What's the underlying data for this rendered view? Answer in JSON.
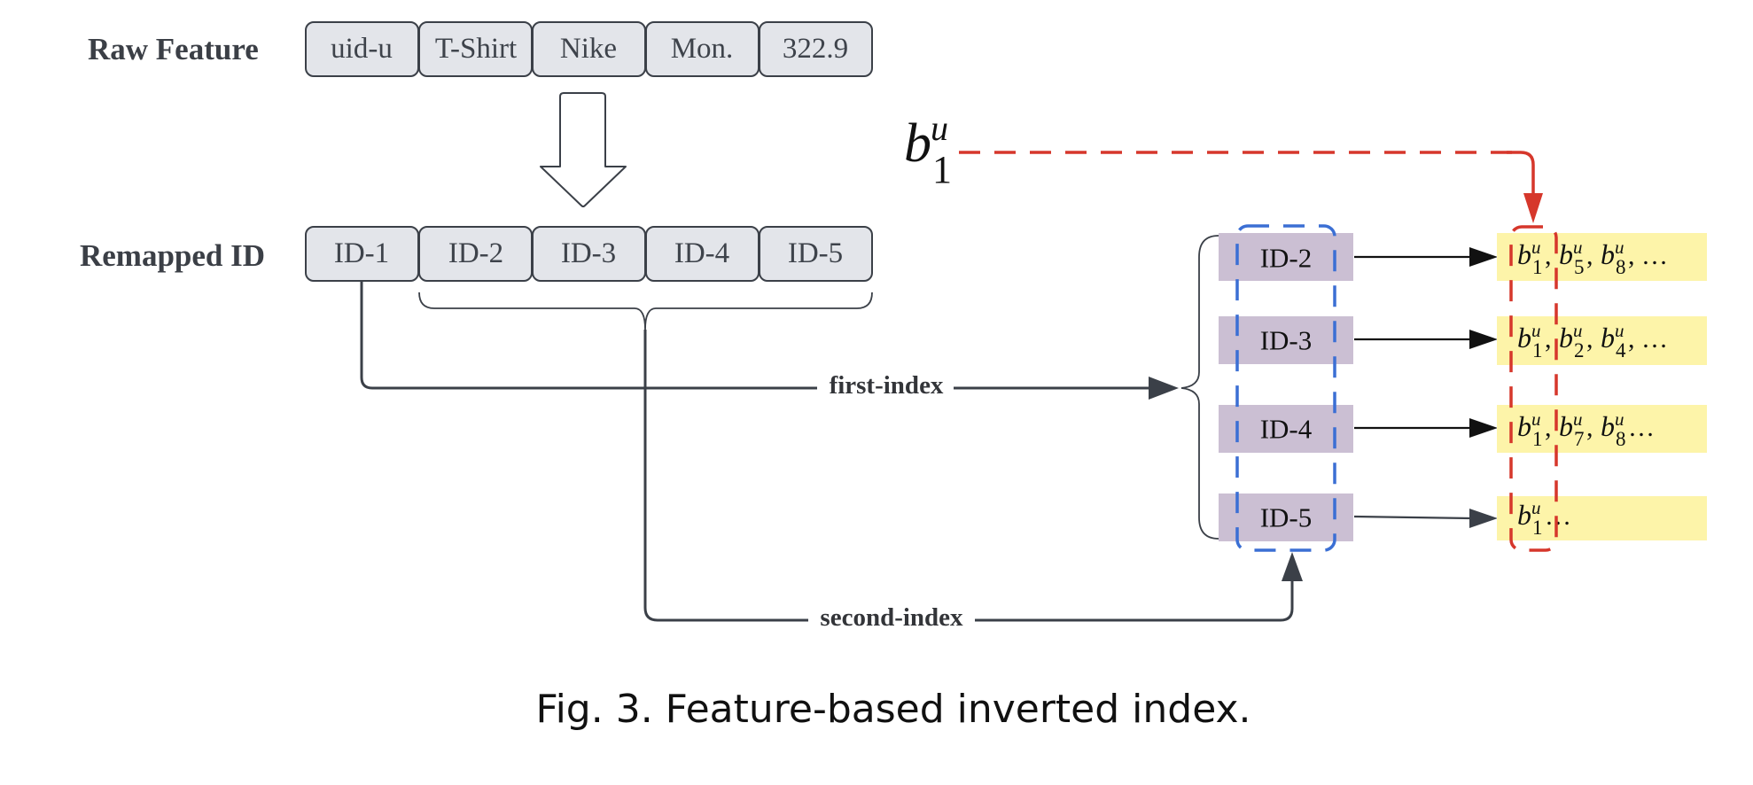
{
  "rows": {
    "raw_label": "Raw Feature",
    "remapped_label": "Remapped ID"
  },
  "raw_features": [
    "uid-u",
    "T-Shirt",
    "Nike",
    "Mon.",
    "322.9"
  ],
  "remapped_ids": [
    "ID-1",
    "ID-2",
    "ID-3",
    "ID-4",
    "ID-5"
  ],
  "edges": {
    "first_index": "first-index",
    "second_index": "second-index"
  },
  "query": {
    "base": "b",
    "sup": "u",
    "sub": "1"
  },
  "index_entries": [
    {
      "id": "ID-2",
      "postings": [
        {
          "base": "b",
          "sup": "u",
          "sub": "1"
        },
        {
          "base": "b",
          "sup": "u",
          "sub": "5"
        },
        {
          "base": "b",
          "sup": "u",
          "sub": "8"
        }
      ],
      "tail": ", …",
      "separators": [
        ", ",
        ", "
      ]
    },
    {
      "id": "ID-3",
      "postings": [
        {
          "base": "b",
          "sup": "u",
          "sub": "1"
        },
        {
          "base": "b",
          "sup": "u",
          "sub": "2"
        },
        {
          "base": "b",
          "sup": "u",
          "sub": "4"
        }
      ],
      "tail": ", …",
      "separators": [
        ", ",
        ", "
      ]
    },
    {
      "id": "ID-4",
      "postings": [
        {
          "base": "b",
          "sup": "u",
          "sub": "1"
        },
        {
          "base": "b",
          "sup": "u",
          "sub": "7"
        },
        {
          "base": "b",
          "sup": "u",
          "sub": "8"
        }
      ],
      "tail": " …",
      "separators": [
        ", ",
        ", "
      ]
    },
    {
      "id": "ID-5",
      "postings": [
        {
          "base": "b",
          "sup": "u",
          "sub": "1"
        }
      ],
      "tail": "…",
      "separators": []
    }
  ],
  "caption": "Fig. 3.  Feature-based inverted index.",
  "colors": {
    "cell_fill": "#e3e5ea",
    "id_fill": "#cbbfd3",
    "list_fill": "#fdf4a9",
    "blue_dash": "#3b6fd4",
    "red_dash": "#d6372b",
    "line": "#3b4048"
  }
}
